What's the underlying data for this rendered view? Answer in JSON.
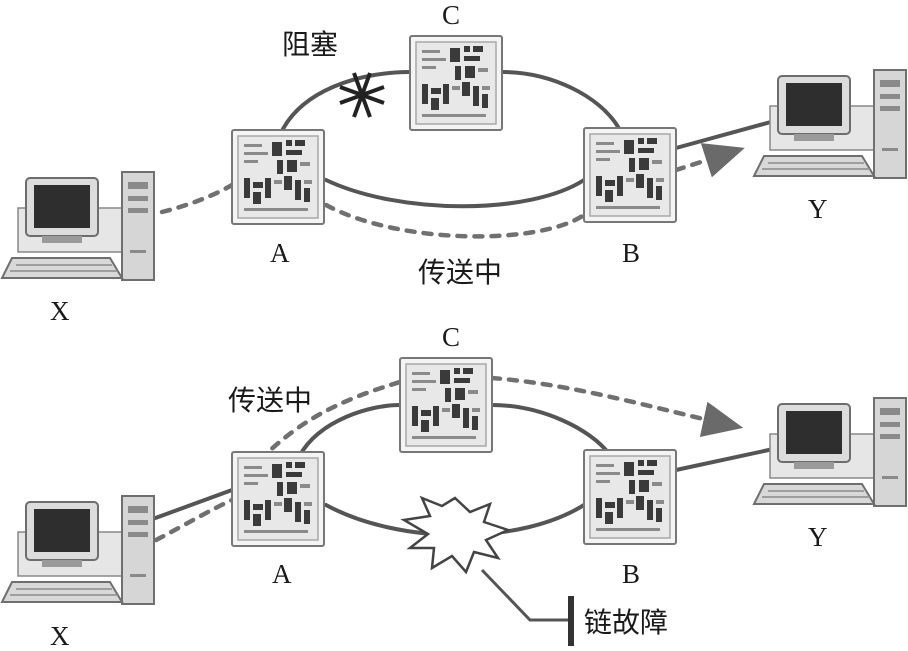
{
  "diagram": {
    "top_scenario": {
      "routers": [
        {
          "id": "A",
          "label": "A"
        },
        {
          "id": "B",
          "label": "B"
        },
        {
          "id": "C",
          "label": "C"
        }
      ],
      "hosts": [
        {
          "id": "X",
          "label": "X"
        },
        {
          "id": "Y",
          "label": "Y"
        }
      ],
      "annotations": {
        "blocked": "阻塞",
        "in_transit": "传送中"
      }
    },
    "bottom_scenario": {
      "routers": [
        {
          "id": "A",
          "label": "A"
        },
        {
          "id": "B",
          "label": "B"
        },
        {
          "id": "C",
          "label": "C"
        }
      ],
      "hosts": [
        {
          "id": "X",
          "label": "X"
        },
        {
          "id": "Y",
          "label": "Y"
        }
      ],
      "annotations": {
        "in_transit": "传送中",
        "link_failure": "链故障"
      }
    }
  }
}
